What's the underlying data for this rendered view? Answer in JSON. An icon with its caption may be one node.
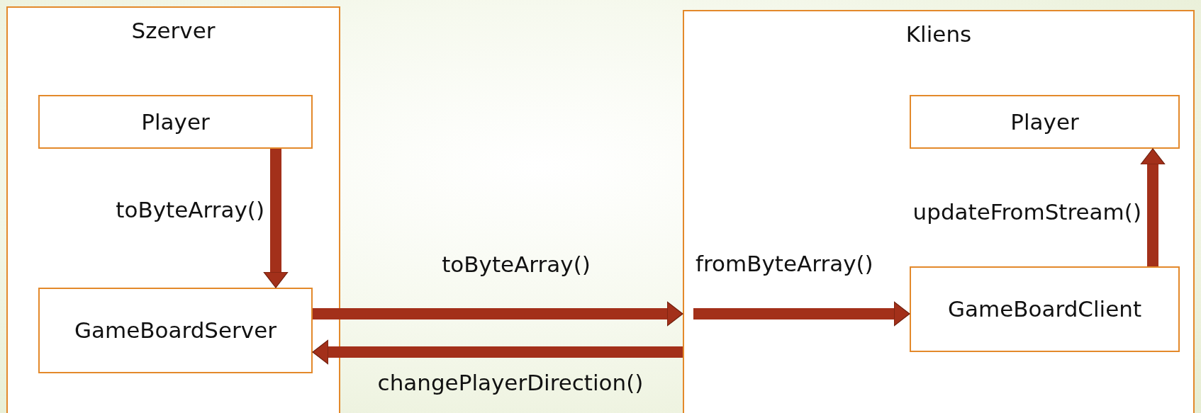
{
  "diagram": {
    "nodes": [
      {
        "text": [
          "Szerver"
        ]
      },
      {
        "text": [
          "Player"
        ],
        "in": 0
      },
      {
        "text": [
          "GameBoardServer"
        ],
        "in": 0
      },
      {
        "text": [
          "Kliens"
        ]
      },
      {
        "text": [
          "Player"
        ],
        "in": 3
      },
      {
        "text": [
          "GameBoardClient"
        ],
        "in": 3
      }
    ],
    "edges": [
      {
        "from": 1,
        "to": 2,
        "arrow": "to",
        "label": "toByteArray()"
      },
      {
        "from": 2,
        "to": 3,
        "arrow": "to",
        "label": "toByteArray()"
      },
      {
        "from": 3,
        "to": 2,
        "arrow": "to",
        "label": "changePlayerDirection()"
      },
      {
        "from": null,
        "to": 5,
        "arrow": "to",
        "label": "fromByteArray()"
      },
      {
        "from": 5,
        "to": 4,
        "arrow": "to",
        "label": "updateFromStream()"
      }
    ]
  }
}
